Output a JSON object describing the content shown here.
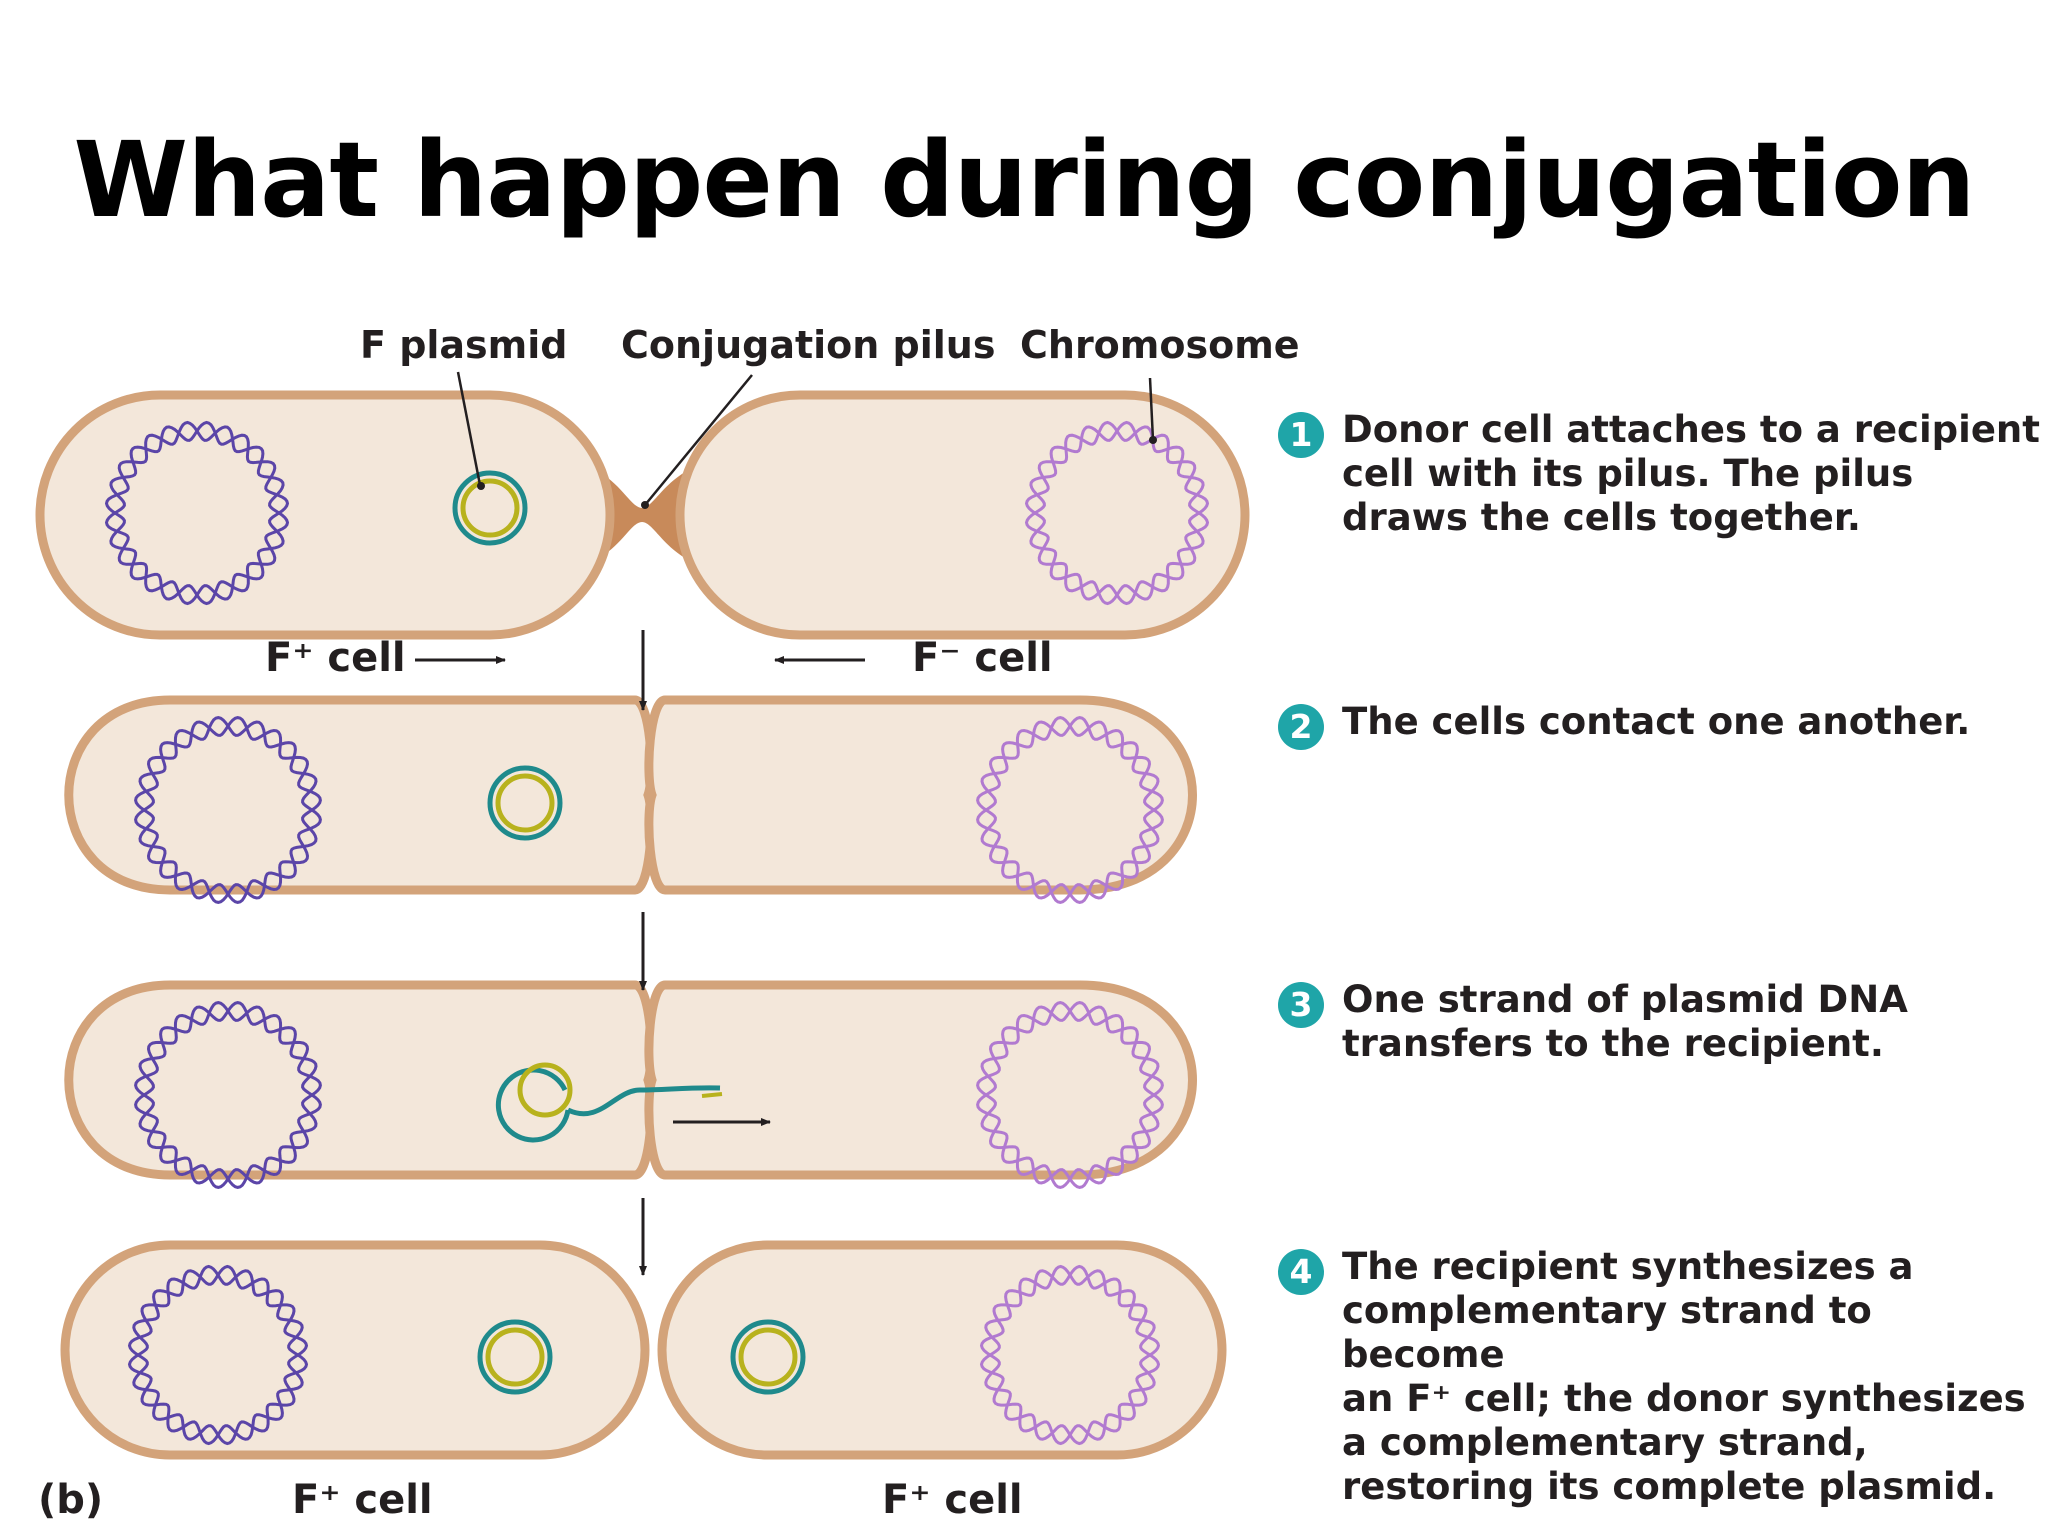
{
  "title": "What happen during conjugation",
  "labels": {
    "f_plasmid": "F plasmid",
    "conjugation_pilus": "Conjugation pilus",
    "chromosome": "Chromosome",
    "f_plus_cell": "F⁺ cell",
    "f_minus_cell": "F⁻ cell",
    "panel": "(b)"
  },
  "steps": [
    {
      "num": "1",
      "text": "Donor cell attaches to a recipient\ncell with its pilus. The pilus\ndraws the cells together."
    },
    {
      "num": "2",
      "text": "The cells contact one another."
    },
    {
      "num": "3",
      "text": "One strand of plasmid DNA\ntransfers to the recipient."
    },
    {
      "num": "4",
      "text": "The recipient synthesizes a\ncomplementary strand to become\nan F⁺ cell; the donor synthesizes\na complementary strand,\nrestoring its complete plasmid."
    }
  ],
  "colors": {
    "cell_fill": "#f3e7da",
    "cell_border": "#d3a37a",
    "donor_chromosome": "#5b45a8",
    "recipient_chromosome": "#b17ad0",
    "plasmid_outer": "#1f8a8c",
    "plasmid_inner": "#b8b21d",
    "step_badge": "#1fa5a8"
  }
}
